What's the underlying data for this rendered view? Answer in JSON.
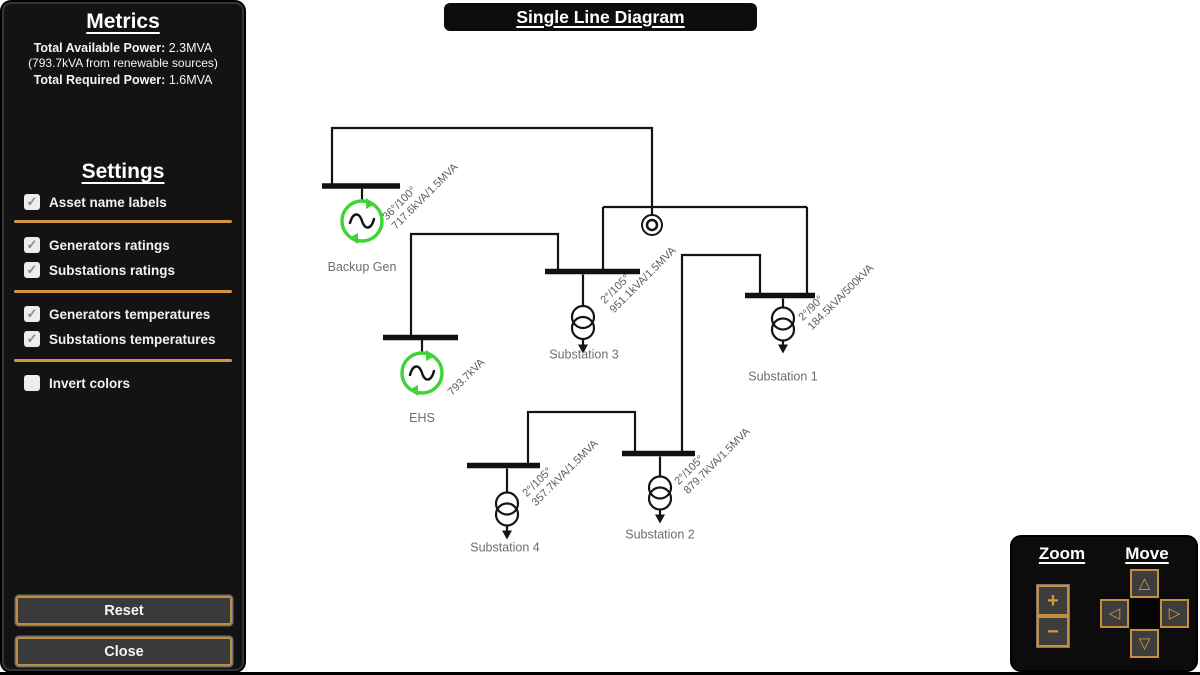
{
  "header": {
    "title": "Single Line Diagram"
  },
  "sidebar": {
    "metrics": {
      "title": "Metrics",
      "available_label": "Total Available Power:",
      "available_value": "2.3MVA",
      "renewable_note": "(793.7kVA from renewable sources)",
      "required_label": "Total Required Power:",
      "required_value": "1.6MVA"
    },
    "settings": {
      "title": "Settings",
      "groups": [
        {
          "items": [
            {
              "label": "Asset name labels",
              "checked": true,
              "check": "✓"
            }
          ]
        },
        {
          "items": [
            {
              "label": "Generators ratings",
              "checked": true,
              "check": "✓"
            },
            {
              "label": "Substations ratings",
              "checked": true,
              "check": "✓"
            }
          ]
        },
        {
          "items": [
            {
              "label": "Generators temperatures",
              "checked": true,
              "check": "✓"
            },
            {
              "label": "Substations temperatures",
              "checked": true,
              "check": "✓"
            }
          ]
        },
        {
          "items": [
            {
              "label": "Invert colors",
              "checked": false,
              "check": ""
            }
          ]
        }
      ]
    },
    "buttons": {
      "reset": "Reset",
      "close": "Close"
    }
  },
  "controls": {
    "zoom": {
      "title": "Zoom",
      "in": "+",
      "out": "−"
    },
    "move": {
      "title": "Move",
      "up": "△",
      "down": "▽",
      "left": "◁",
      "right": "▷"
    }
  },
  "diagram": {
    "generators": [
      {
        "name": "Backup Gen",
        "temperature": "36°/100°",
        "rating": "717.6kVA/1.5MVA"
      },
      {
        "name": "EHS",
        "rating": "793.7kVA"
      }
    ],
    "substations": [
      {
        "name": "Substation 3",
        "temperature": "2°/105°",
        "rating": "951.1kVA/1.5MVA"
      },
      {
        "name": "Substation 1",
        "temperature": "2°/90°",
        "rating": "184.5kVA/500kVA"
      },
      {
        "name": "Substation 4",
        "temperature": "2°/105°",
        "rating": "357.7kVA/1.5MVA"
      },
      {
        "name": "Substation 2",
        "temperature": "2°/105°",
        "rating": "879.7kVA/1.5MVA"
      }
    ],
    "colors": {
      "generator_ring": "#3fd435",
      "line": "#141414",
      "label": "#5c5c5c",
      "accent_orange": "#d2973e"
    }
  }
}
